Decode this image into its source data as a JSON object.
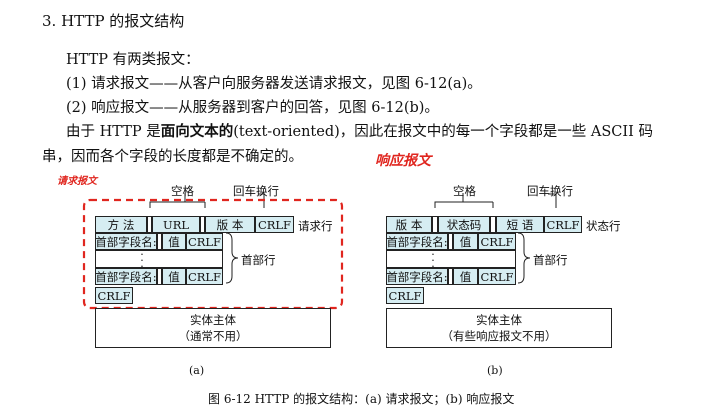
{
  "heading": "3.  HTTP 的报文结构",
  "intro": "HTTP 有两类报文：",
  "items": [
    "(1)  请求报文——从客户向服务器发送请求报文，见图 6-12(a)。",
    "(2)  响应报文——从服务器到客户的回答，见图 6-12(b)。"
  ],
  "para": {
    "pre": "由于 HTTP 是",
    "emphasis": "面向文本的",
    "post": "(text-oriented)，因此在报文中的每一个字段都是一些 ASCII 码",
    "line2": "串，因而各个字段的长度都是不确定的。"
  },
  "annotations": {
    "request": "请求报文",
    "response": "响应报文"
  },
  "diagram_a": {
    "space_label": "空格",
    "crlf_label": "回车换行",
    "row_label": "请求行",
    "header_section_label": "首部行",
    "line_fields": [
      "方  法",
      "URL",
      "版  本",
      "CRLF"
    ],
    "header_fields": [
      "首部字段名:",
      "值",
      "CRLF"
    ],
    "blank_line": "CRLF",
    "body_title": "实体主体",
    "body_note": "（通常不用）",
    "sub_label": "(a)"
  },
  "diagram_b": {
    "space_label": "空格",
    "crlf_label": "回车换行",
    "row_label": "状态行",
    "header_section_label": "首部行",
    "line_fields": [
      "版  本",
      "状态码",
      "短  语",
      "CRLF"
    ],
    "header_fields": [
      "首部字段名:",
      "值",
      "CRLF"
    ],
    "blank_line": "CRLF",
    "body_title": "实体主体",
    "body_note": "（有些响应报文不用）",
    "sub_label": "(b)"
  },
  "caption": "图 6-12   HTTP 的报文结构：(a) 请求报文；(b) 响应报文",
  "colors": {
    "cell_fill": "#d6edf2",
    "annotation_red": "#e0261f",
    "text": "#111111"
  }
}
